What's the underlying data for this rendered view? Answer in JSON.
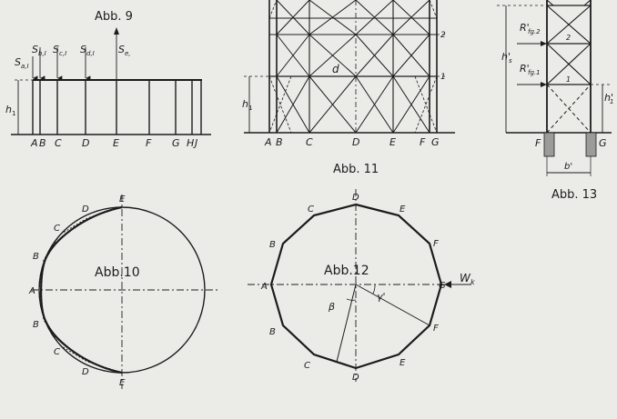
{
  "figures": {
    "fig9": {
      "title": "Abb. 9",
      "force_labels": [
        "S",
        "S",
        "S",
        "S",
        "S"
      ],
      "force_subscripts": [
        "a,I",
        "b,I",
        "c,I",
        "d,I",
        "e,"
      ],
      "height_label": "h",
      "height_sub": "1",
      "base_points": [
        "A",
        "B",
        "C",
        "D",
        "E",
        "F",
        "G",
        "H",
        "J"
      ]
    },
    "fig10": {
      "title": "Abb.10",
      "points": [
        "E",
        "D",
        "C",
        "B",
        "A",
        "B",
        "C",
        "D",
        "E"
      ]
    },
    "fig11": {
      "title": "Abb. 11",
      "base_points": [
        "A",
        "B",
        "C",
        "D",
        "E",
        "F",
        "G"
      ],
      "level_labels": [
        "2",
        "1"
      ],
      "center_label": "d",
      "height_label": "h",
      "height_sub": "1"
    },
    "fig12": {
      "title": "Abb.12",
      "vertices": [
        "D",
        "E",
        "F",
        "G",
        "F",
        "E",
        "D",
        "C",
        "B",
        "A",
        "B",
        "C"
      ],
      "angle_labels": [
        "β",
        "γ'"
      ],
      "wind_label": "W",
      "wind_sub": "k"
    },
    "fig13": {
      "title": "Abb. 13",
      "force_labels": [
        "R'",
        "R'"
      ],
      "force_subscripts": [
        "fg.2",
        "fg.1"
      ],
      "panel_labels": [
        "2",
        "1"
      ],
      "height_labels": [
        "h'",
        "h'"
      ],
      "height_subs": [
        "s",
        "1"
      ],
      "foot_labels": [
        "F",
        "G"
      ],
      "width_label": "b'"
    }
  },
  "colors": {
    "paper": "#ebebe8",
    "ink": "#1c1c1c"
  }
}
